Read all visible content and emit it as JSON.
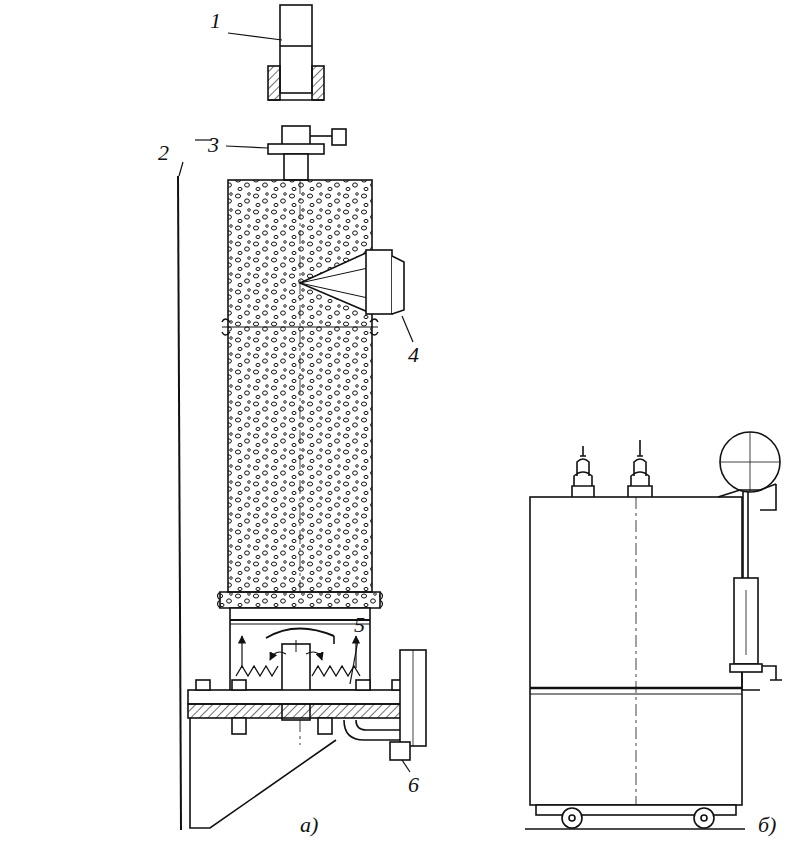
{
  "diagram": {
    "labels": [
      "1",
      "2",
      "3",
      "4",
      "5",
      "6",
      "а)",
      "б)"
    ]
  }
}
